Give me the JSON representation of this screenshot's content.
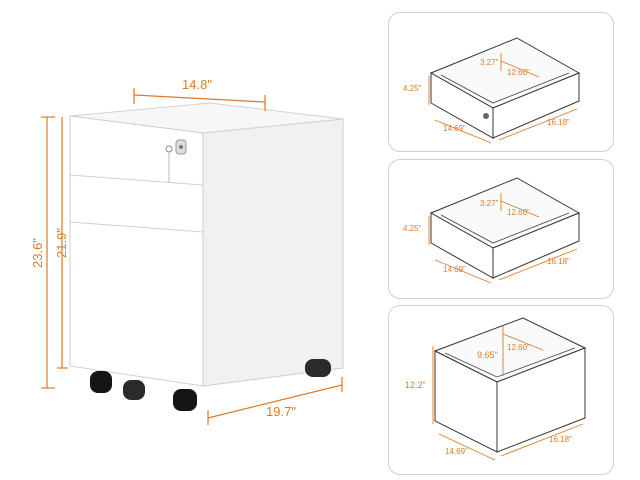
{
  "cabinet": {
    "width": "14.8\"",
    "height_total": "23.6\"",
    "height_body": "21.9\"",
    "depth": "19.7\""
  },
  "drawers": [
    {
      "height": "4.25\"",
      "inner_height": "3.27\"",
      "inner_width": "12.60\"",
      "front_width": "14.69\"",
      "depth": "16.18\""
    },
    {
      "height": "4.25\"",
      "inner_height": "3.27\"",
      "inner_width": "12.60\"",
      "front_width": "14.69\"",
      "depth": "16.18\""
    },
    {
      "height": "12.2\"",
      "inner_height": "9.65\"",
      "inner_width": "12.60\"",
      "front_width": "14.69\"",
      "depth": "16.18\""
    }
  ],
  "colors": {
    "dimension": "#e07a26",
    "outline": "#333333"
  }
}
